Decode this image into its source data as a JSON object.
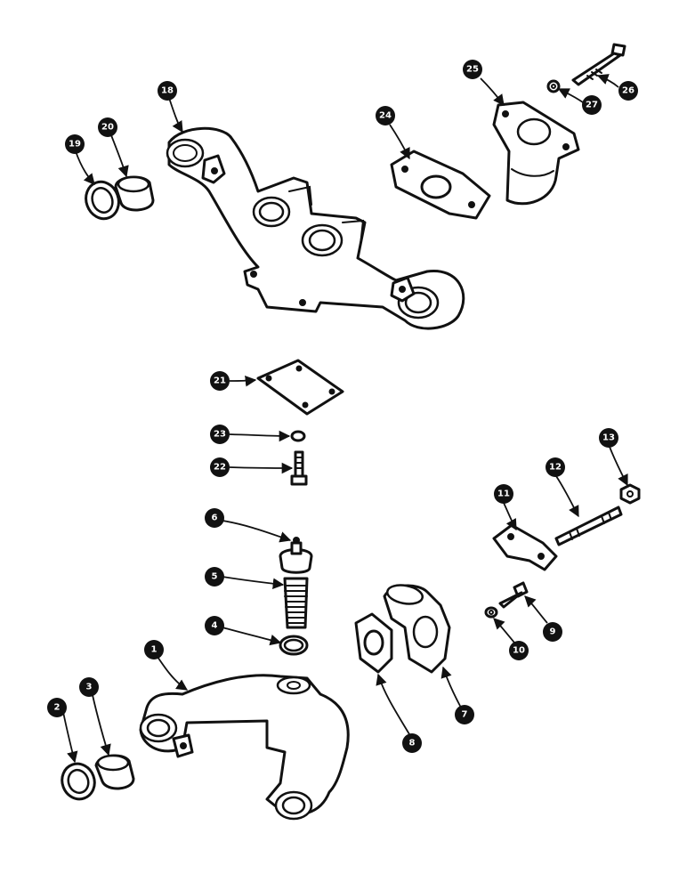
{
  "callouts": {
    "c1": "1",
    "c2": "2",
    "c3": "3",
    "c4": "4",
    "c5": "5",
    "c6": "6",
    "c7": "7",
    "c8": "8",
    "c9": "9",
    "c10": "10",
    "c11": "11",
    "c12": "12",
    "c13": "13",
    "c18": "18",
    "c19": "19",
    "c20": "20",
    "c21": "21",
    "c22": "22",
    "c23": "23",
    "c24": "24",
    "c25": "25",
    "c26": "26",
    "c27": "27"
  }
}
